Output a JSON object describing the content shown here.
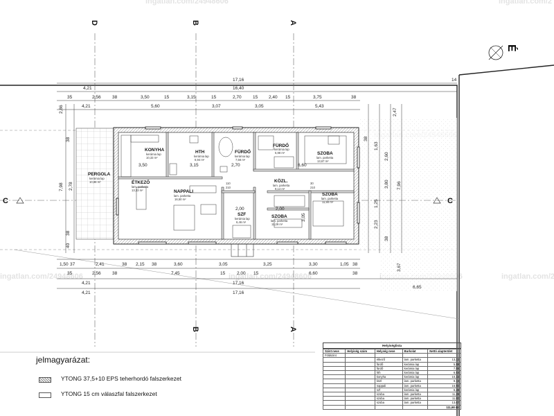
{
  "axes": {
    "top": [
      "D",
      "B",
      "A"
    ],
    "bottom": [
      "B",
      "A"
    ],
    "side": [
      "C",
      "C"
    ]
  },
  "north_label": "É",
  "watermark": [
    "ingatlan.com/24948606",
    "ingatlan.com/2"
  ],
  "dims_top": {
    "overall": "17,16",
    "row2": [
      "4,21",
      "16,40",
      "14"
    ],
    "row3": [
      "35",
      "2,56",
      "38",
      "3,50",
      "15",
      "3,15",
      "15",
      "2,70",
      "15",
      "2,40",
      "15",
      "3,75",
      "38"
    ],
    "row4": [
      "4,21",
      "5,60",
      "3,07",
      "3,05",
      "5,43"
    ]
  },
  "dims_bottom": {
    "row1": [
      "1,50",
      "37",
      "2,41",
      "38",
      "2,15",
      "38",
      "3,60",
      "3,05",
      "3,25",
      "3,30",
      "1,05",
      "38"
    ],
    "row2": [
      "35",
      "2,56",
      "38",
      "7,45",
      "15",
      "2,00",
      "15",
      "6,60",
      "38"
    ],
    "row3": [
      "4,21",
      "17,16",
      "6,65"
    ],
    "row4": [
      "4,21",
      "17,16"
    ]
  },
  "dims_left": [
    "2,86",
    "38",
    "7,98",
    "2,78",
    "38",
    "40"
  ],
  "dims_right": [
    "2,47",
    "38",
    "1,63",
    "2,60",
    "3,80",
    "7,96",
    "1,25",
    "2,23",
    "38",
    "3,67"
  ],
  "rooms": [
    {
      "name": "KONYHA",
      "sub": "kerámia lap",
      "area": "10,33 m²"
    },
    {
      "name": "HTH",
      "sub": "kerámia lap",
      "area": "6,94 m²"
    },
    {
      "name": "FÜRDŐ",
      "sub": "kerámia lap",
      "area": "7,56 m²"
    },
    {
      "name": "FÜRDŐ",
      "sub": "kerámia lap",
      "area": "5,98 m²"
    },
    {
      "name": "SZOBA",
      "sub": "lam. parketta",
      "area": "13,67 m²"
    },
    {
      "name": "ÉTKEZŐ",
      "sub": "lam. parketta",
      "area": "13,33 m²"
    },
    {
      "name": "NAPPALI",
      "sub": "lam. parketta",
      "area": "16,50 m²"
    },
    {
      "name": "KÖZL.",
      "sub": "lam. parketta",
      "area": "9,14 m²"
    },
    {
      "name": "SZOBA",
      "sub": "lam. parketta",
      "area": "11,90 m²"
    },
    {
      "name": "SZF",
      "sub": "kerámia lap",
      "area": "6,46 m²"
    },
    {
      "name": "SZOBA",
      "sub": "lam. parketta",
      "area": "11,29 m²"
    },
    {
      "name": "PERGOLA",
      "sub": "kerámia lap",
      "area": "10,88 m²"
    }
  ],
  "inner_labels": [
    "3,50",
    "3,15",
    "2,70",
    "6,60",
    "2,00",
    "2,00",
    "3,05",
    "110",
    "210",
    "30",
    "210"
  ],
  "legend": {
    "title": "jelmagyarázat:",
    "items": [
      "YTONG 37,5+10 EPS teherhordó falszerkezet",
      "YTONG 15 cm válaszfal falszerkezet"
    ]
  },
  "table": {
    "title": "Helyiséglista",
    "columns": [
      "Szint neve",
      "Helyiség szám",
      "Helység neve",
      "Burkolat",
      "Nettó alapterület"
    ],
    "level": "Földszint",
    "rows": [
      [
        "étkező",
        "lam. parketta",
        "13,33"
      ],
      [
        "fürdő",
        "kerámia lap",
        "5,98"
      ],
      [
        "fürdő",
        "kerámia lap",
        "7,56"
      ],
      [
        "hth",
        "kerámia lap",
        "6,94"
      ],
      [
        "konyha",
        "kerámia lap",
        "10,33"
      ],
      [
        "közl",
        "lam. parketta",
        "9,14"
      ],
      [
        "nappali",
        "lam. parketta",
        "16,50"
      ],
      [
        "szf",
        "kerámia lap",
        "6,46"
      ],
      [
        "szoba",
        "lam. parketta",
        "11,29"
      ],
      [
        "szoba",
        "lam. parketta",
        "11,90"
      ],
      [
        "szoba",
        "lam. parketta",
        "13,67"
      ]
    ],
    "total": "111,68 m²"
  }
}
